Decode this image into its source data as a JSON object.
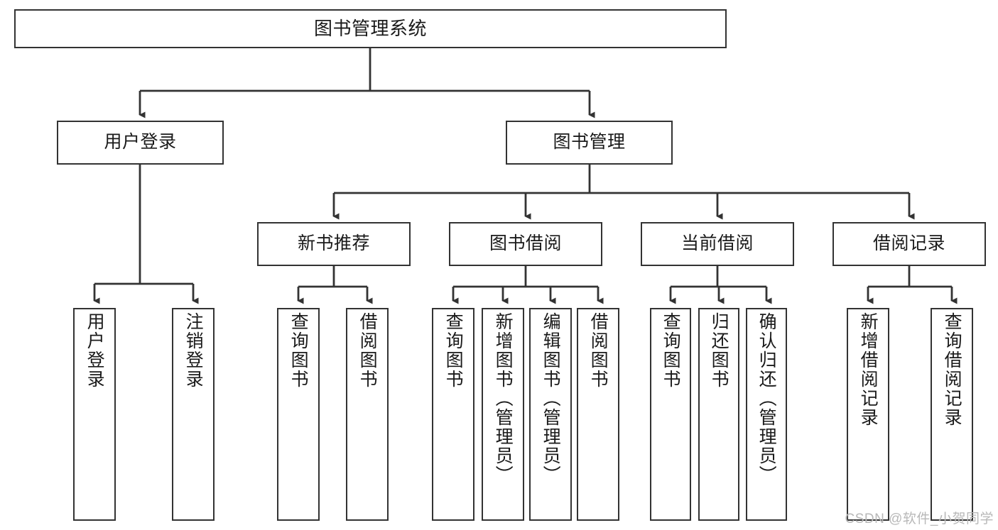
{
  "diagram": {
    "title": "图书管理系统",
    "watermark": "CSDN @软件_小贺同学",
    "line_color": "#333333",
    "box_border_color": "#333333",
    "box_fill": "#ffffff",
    "text_color": "#1a1a1a",
    "watermark_color": "#b8b8b8",
    "nodes": {
      "root": "图书管理系统",
      "level1": [
        "用户登录",
        "图书管理"
      ],
      "level2": [
        "新书推荐",
        "图书借阅",
        "当前借阅",
        "借阅记录"
      ],
      "leaves": {
        "user_login": [
          "用户登录",
          "注销登录"
        ],
        "new_book_recommend": [
          "查询图书",
          "借阅图书"
        ],
        "book_borrow": [
          "查询图书",
          "新增图书（管理员）",
          "编辑图书（管理员）",
          "借阅图书"
        ],
        "current_borrow": [
          "查询图书",
          "归还图书",
          "确认归还（管理员）"
        ],
        "borrow_records": [
          "新增借阅记录",
          "查询借阅记录"
        ]
      }
    }
  }
}
